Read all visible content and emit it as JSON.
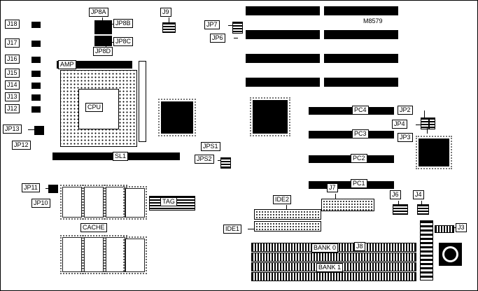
{
  "board": {
    "model": "M8579"
  },
  "labels": {
    "j18": "J18",
    "j17": "J17",
    "j16": "J16",
    "j15": "J15",
    "j14": "J14",
    "j13": "J13",
    "j12": "J12",
    "jp13": "JP13",
    "jp12": "JP12",
    "jp11": "JP11",
    "jp10": "JP10",
    "jp8a": "JP8A",
    "jp8b": "JP8B",
    "jp8c": "JP8C",
    "jp8d": "JP8D",
    "j9": "J9",
    "jp7": "JP7",
    "jp6": "JP6",
    "amp": "AMP",
    "cpu": "CPU",
    "sl1": "SL1",
    "jps1": "JPS1",
    "jps2": "JPS2",
    "pc4": "PC4",
    "pc3": "PC3",
    "pc2": "PC2",
    "pc1": "PC1",
    "jp2": "JP2",
    "jp4": "JP4",
    "jp3": "JP3",
    "cache": "CACHE",
    "tag": "TAG",
    "ide2": "IDE2",
    "ide1": "IDE1",
    "j7": "J7",
    "j6": "J6",
    "j4": "J4",
    "j3": "J3",
    "j8": "J8",
    "bank0": "BANK 0",
    "bank1": "BANK 1"
  }
}
